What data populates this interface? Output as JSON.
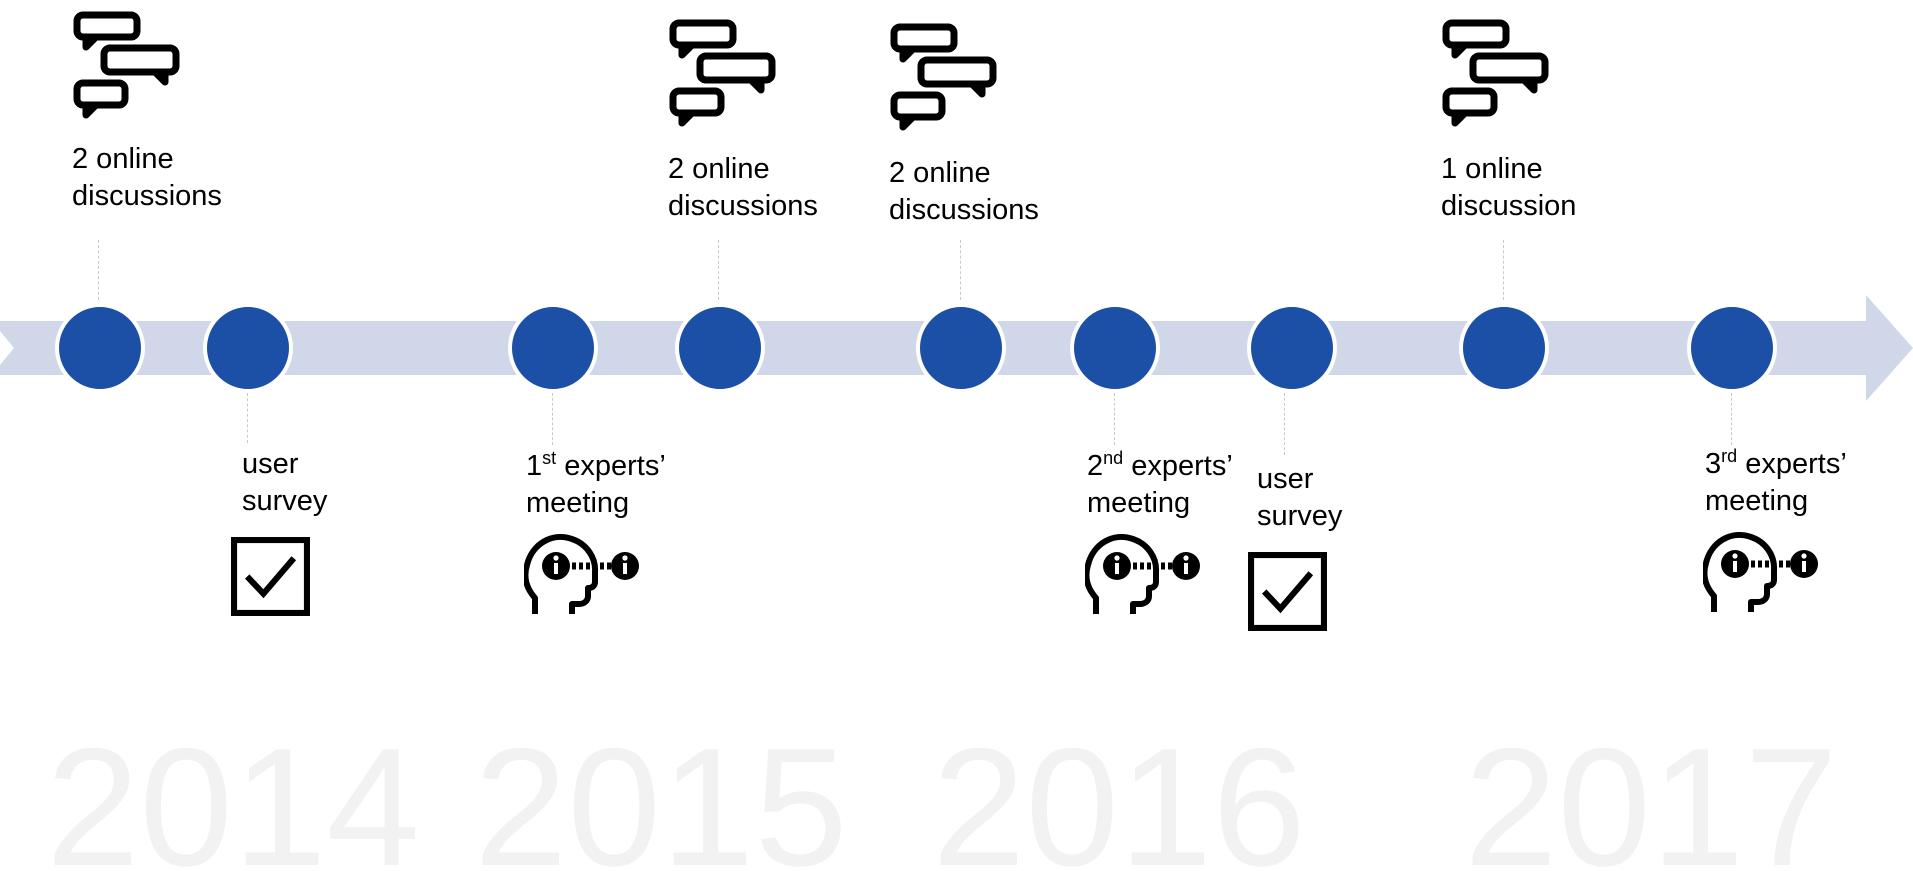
{
  "colors": {
    "node": "#1c4fa6",
    "band": "#cfd7e8",
    "year_text": "#f2f2f2",
    "connector": "#c9c9c9"
  },
  "icons": {
    "discussion": "chat-bubbles-icon",
    "survey": "checkbox-checked-icon",
    "meeting": "expert-head-info-icon"
  },
  "events": {
    "online_2014": {
      "line1": "2 online",
      "line2": "discussions"
    },
    "survey_2014": {
      "line1": "user",
      "line2": "survey"
    },
    "meeting_1": {
      "ordinal_num": "1",
      "ordinal_suffix": "st",
      "line1_rest": " experts’",
      "line2": "meeting"
    },
    "online_2015": {
      "line1": "2 online",
      "line2": "discussions"
    },
    "online_2016": {
      "line1": "2 online",
      "line2": "discussions"
    },
    "meeting_2": {
      "ordinal_num": "2",
      "ordinal_suffix": "nd",
      "line1_rest": " experts’",
      "line2": "meeting"
    },
    "survey_2016": {
      "line1": "user",
      "line2": "survey"
    },
    "online_2017": {
      "line1": "1 online",
      "line2": "discussion"
    },
    "meeting_3": {
      "ordinal_num": "3",
      "ordinal_suffix": "rd",
      "line1_rest": " experts’",
      "line2": "meeting"
    }
  },
  "years": [
    "2014",
    "2015",
    "2016",
    "2017"
  ]
}
